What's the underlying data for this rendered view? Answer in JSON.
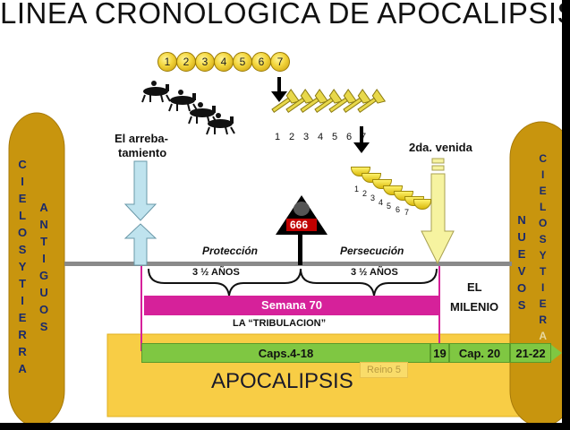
{
  "title": "LINEA CRONOLOGICA DE APOCALIPSIS",
  "left_pillar": {
    "col1": [
      "C",
      "I",
      "E",
      "L",
      "O",
      "S",
      "Y",
      "T",
      "I",
      "E",
      "R",
      "R",
      "A"
    ],
    "col2": [
      "A",
      "N",
      "T",
      "I",
      "G",
      "U",
      "O",
      "S"
    ]
  },
  "right_pillar": {
    "col1": [
      "N",
      "U",
      "E",
      "V",
      "O",
      "S"
    ],
    "col2": [
      "C",
      "I",
      "E",
      "L",
      "O",
      "S",
      "Y",
      "T",
      "I",
      "E",
      "R",
      "A"
    ]
  },
  "seals": [
    "1",
    "2",
    "3",
    "4",
    "5",
    "6",
    "7"
  ],
  "trumpets": [
    "1",
    "2",
    "3",
    "4",
    "5",
    "6",
    "7"
  ],
  "bowls": [
    "1",
    "2",
    "3",
    "4",
    "5",
    "6",
    "7"
  ],
  "labels": {
    "rapture_line1": "El arreba-",
    "rapture_line2": "tamiento",
    "second_coming": "2da. venida",
    "protection": "Protección",
    "persecution": "Persecución",
    "years_left": "3 ½ AÑOS",
    "years_right": "3 ½ AÑOS",
    "week70": "Semana 70",
    "tribulation": "LA “TRIBULACION”",
    "millennium_1": "EL",
    "millennium_2": "MILENIO",
    "beast_number": "666",
    "apocalipsis": "APOCALIPSIS",
    "reino": "Reino 5"
  },
  "chapters": [
    {
      "label": "Caps.4-18"
    },
    {
      "label": "19"
    },
    {
      "label": "Cap. 20"
    },
    {
      "label": "21-22"
    }
  ],
  "colors": {
    "pillar": "#c8950e",
    "arrow_blue": "#bfe3ee",
    "arrow_yellow": "#f6f3a0",
    "pink": "#d6219a",
    "green": "#7fc742",
    "yellow_band": "#f8cd45"
  }
}
